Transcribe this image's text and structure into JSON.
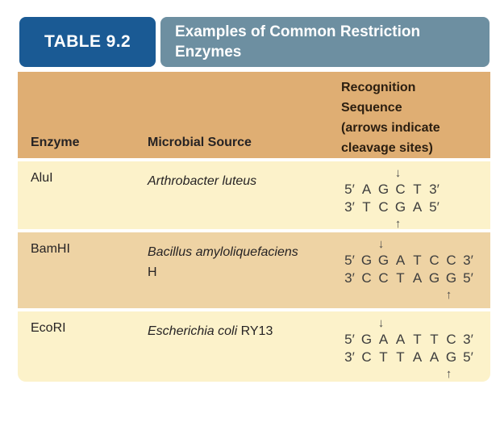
{
  "table_label": "TABLE 9.2",
  "table_title": "Examples of Common Restriction Enzymes",
  "columns": {
    "enzyme": "Enzyme",
    "source": "Microbial Source",
    "recognition_lines": [
      "Recognition",
      "Sequence",
      "(arrows indicate",
      "cleavage sites)"
    ]
  },
  "colors": {
    "label_bg": "#1a5a94",
    "title_bg": "#6d8fa1",
    "header_bg": "#dfae73",
    "row_light": "#fcf2ca",
    "row_tan": "#eed3a4",
    "header_text": "#2b1e10",
    "body_text": "#262324",
    "seq_text": "#3d3d3d",
    "arrow_color": "#4c4c4c"
  },
  "rows": [
    {
      "enzyme": "AluI",
      "shade": "light",
      "source_parts": [
        {
          "text": "Arthrobacter luteus",
          "italic": true
        }
      ],
      "sequence": {
        "top": [
          "5′",
          "A",
          "G",
          "C",
          "T",
          "3′"
        ],
        "bottom": [
          "3′",
          "T",
          "C",
          "G",
          "A",
          "5′"
        ],
        "down_arrow": "↓",
        "up_arrow": "↑",
        "down_arrow_index": 3,
        "up_arrow_index": 3
      }
    },
    {
      "enzyme": "BamHI",
      "shade": "tan",
      "source_parts": [
        {
          "text": "Bacillus amyloliquefaciens",
          "italic": true
        },
        {
          "text": " H",
          "italic": false
        }
      ],
      "sequence": {
        "top": [
          "5′",
          "G",
          "G",
          "A",
          "T",
          "C",
          "C",
          "3′"
        ],
        "bottom": [
          "3′",
          "C",
          "C",
          "T",
          "A",
          "G",
          "G",
          "5′"
        ],
        "down_arrow": "↓",
        "up_arrow": "↑",
        "down_arrow_index": 2,
        "up_arrow_index": 6
      }
    },
    {
      "enzyme": "EcoRI",
      "shade": "light",
      "source_parts": [
        {
          "text": "Escherichia coli",
          "italic": true
        },
        {
          "text": " RY13",
          "italic": false
        }
      ],
      "sequence": {
        "top": [
          "5′",
          "G",
          "A",
          "A",
          "T",
          "T",
          "C",
          "3′"
        ],
        "bottom": [
          "3′",
          "C",
          "T",
          "T",
          "A",
          "A",
          "G",
          "5′"
        ],
        "down_arrow": "↓",
        "up_arrow": "↑",
        "down_arrow_index": 2,
        "up_arrow_index": 6
      }
    }
  ]
}
